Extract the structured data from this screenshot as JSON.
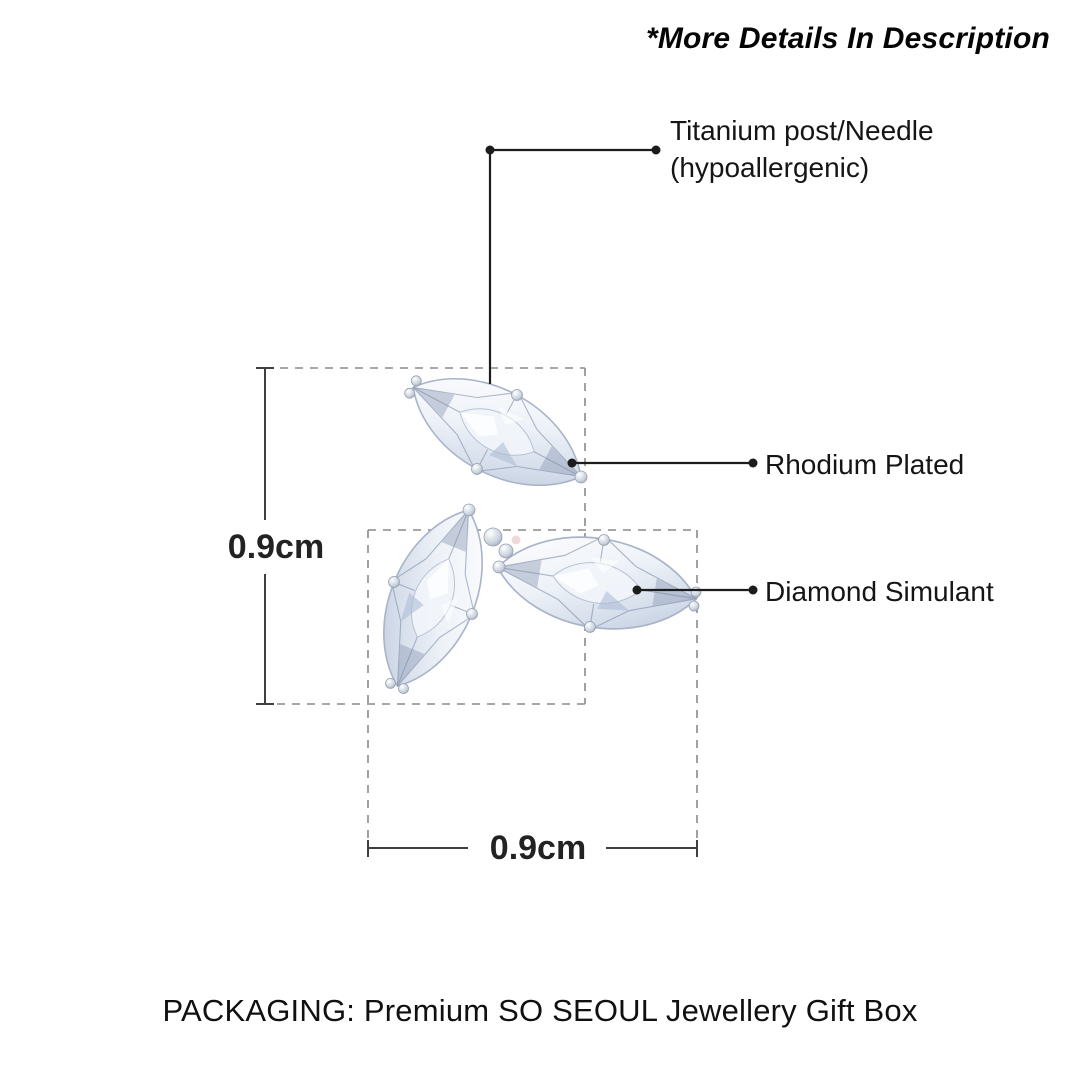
{
  "note": {
    "more_details": "*More Details In Description"
  },
  "callouts": {
    "titanium": {
      "line1": "Titanium post/Needle",
      "line2": "(hypoallergenic)"
    },
    "rhodium": {
      "label": "Rhodium Plated"
    },
    "diamond": {
      "label": "Diamond Simulant"
    }
  },
  "dimensions": {
    "height": "0.9cm",
    "width": "0.9cm"
  },
  "packaging": {
    "label": "PACKAGING: Premium SO SEOUL Jewellery Gift Box"
  },
  "product": {
    "description": "three marquise diamond-simulant cluster stud earring"
  },
  "colors": {
    "background": "#ffffff",
    "annotation_line": "#1c1c1c",
    "dashed_guide": "#8a8a8a",
    "text": "#111111",
    "gem_base": "#dde5f0",
    "metal": "#aab4c3"
  }
}
